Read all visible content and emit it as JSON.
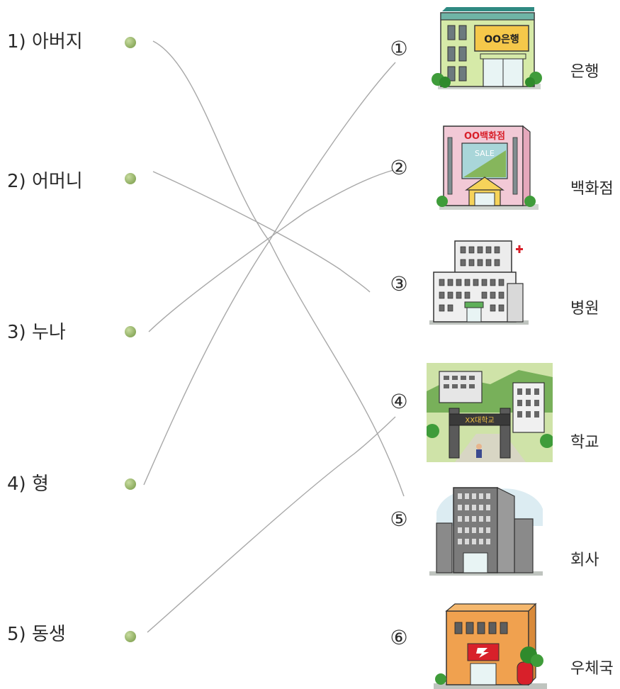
{
  "people": [
    {
      "label": "1) 아버지"
    },
    {
      "label": "2) 어머니"
    },
    {
      "label": "3) 누나"
    },
    {
      "label": "4) 형"
    },
    {
      "label": "5) 동생"
    }
  ],
  "places": [
    {
      "num": "①",
      "label": "은행",
      "sign": "OO은행"
    },
    {
      "num": "②",
      "label": "백화점",
      "sign": "OO백화점",
      "banner": "SALE"
    },
    {
      "num": "③",
      "label": "병원"
    },
    {
      "num": "④",
      "label": "학교",
      "sign": "XX대학교"
    },
    {
      "num": "⑤",
      "label": "회사"
    },
    {
      "num": "⑥",
      "label": "우체국"
    }
  ],
  "matches": [
    {
      "from": 1,
      "to": 5
    },
    {
      "from": 2,
      "to": 3
    },
    {
      "from": 3,
      "to": 2
    },
    {
      "from": 4,
      "to": 1
    },
    {
      "from": 5,
      "to": 4
    }
  ],
  "colors": {
    "dot": "#9bb86a",
    "line": "#a8a8a8"
  }
}
